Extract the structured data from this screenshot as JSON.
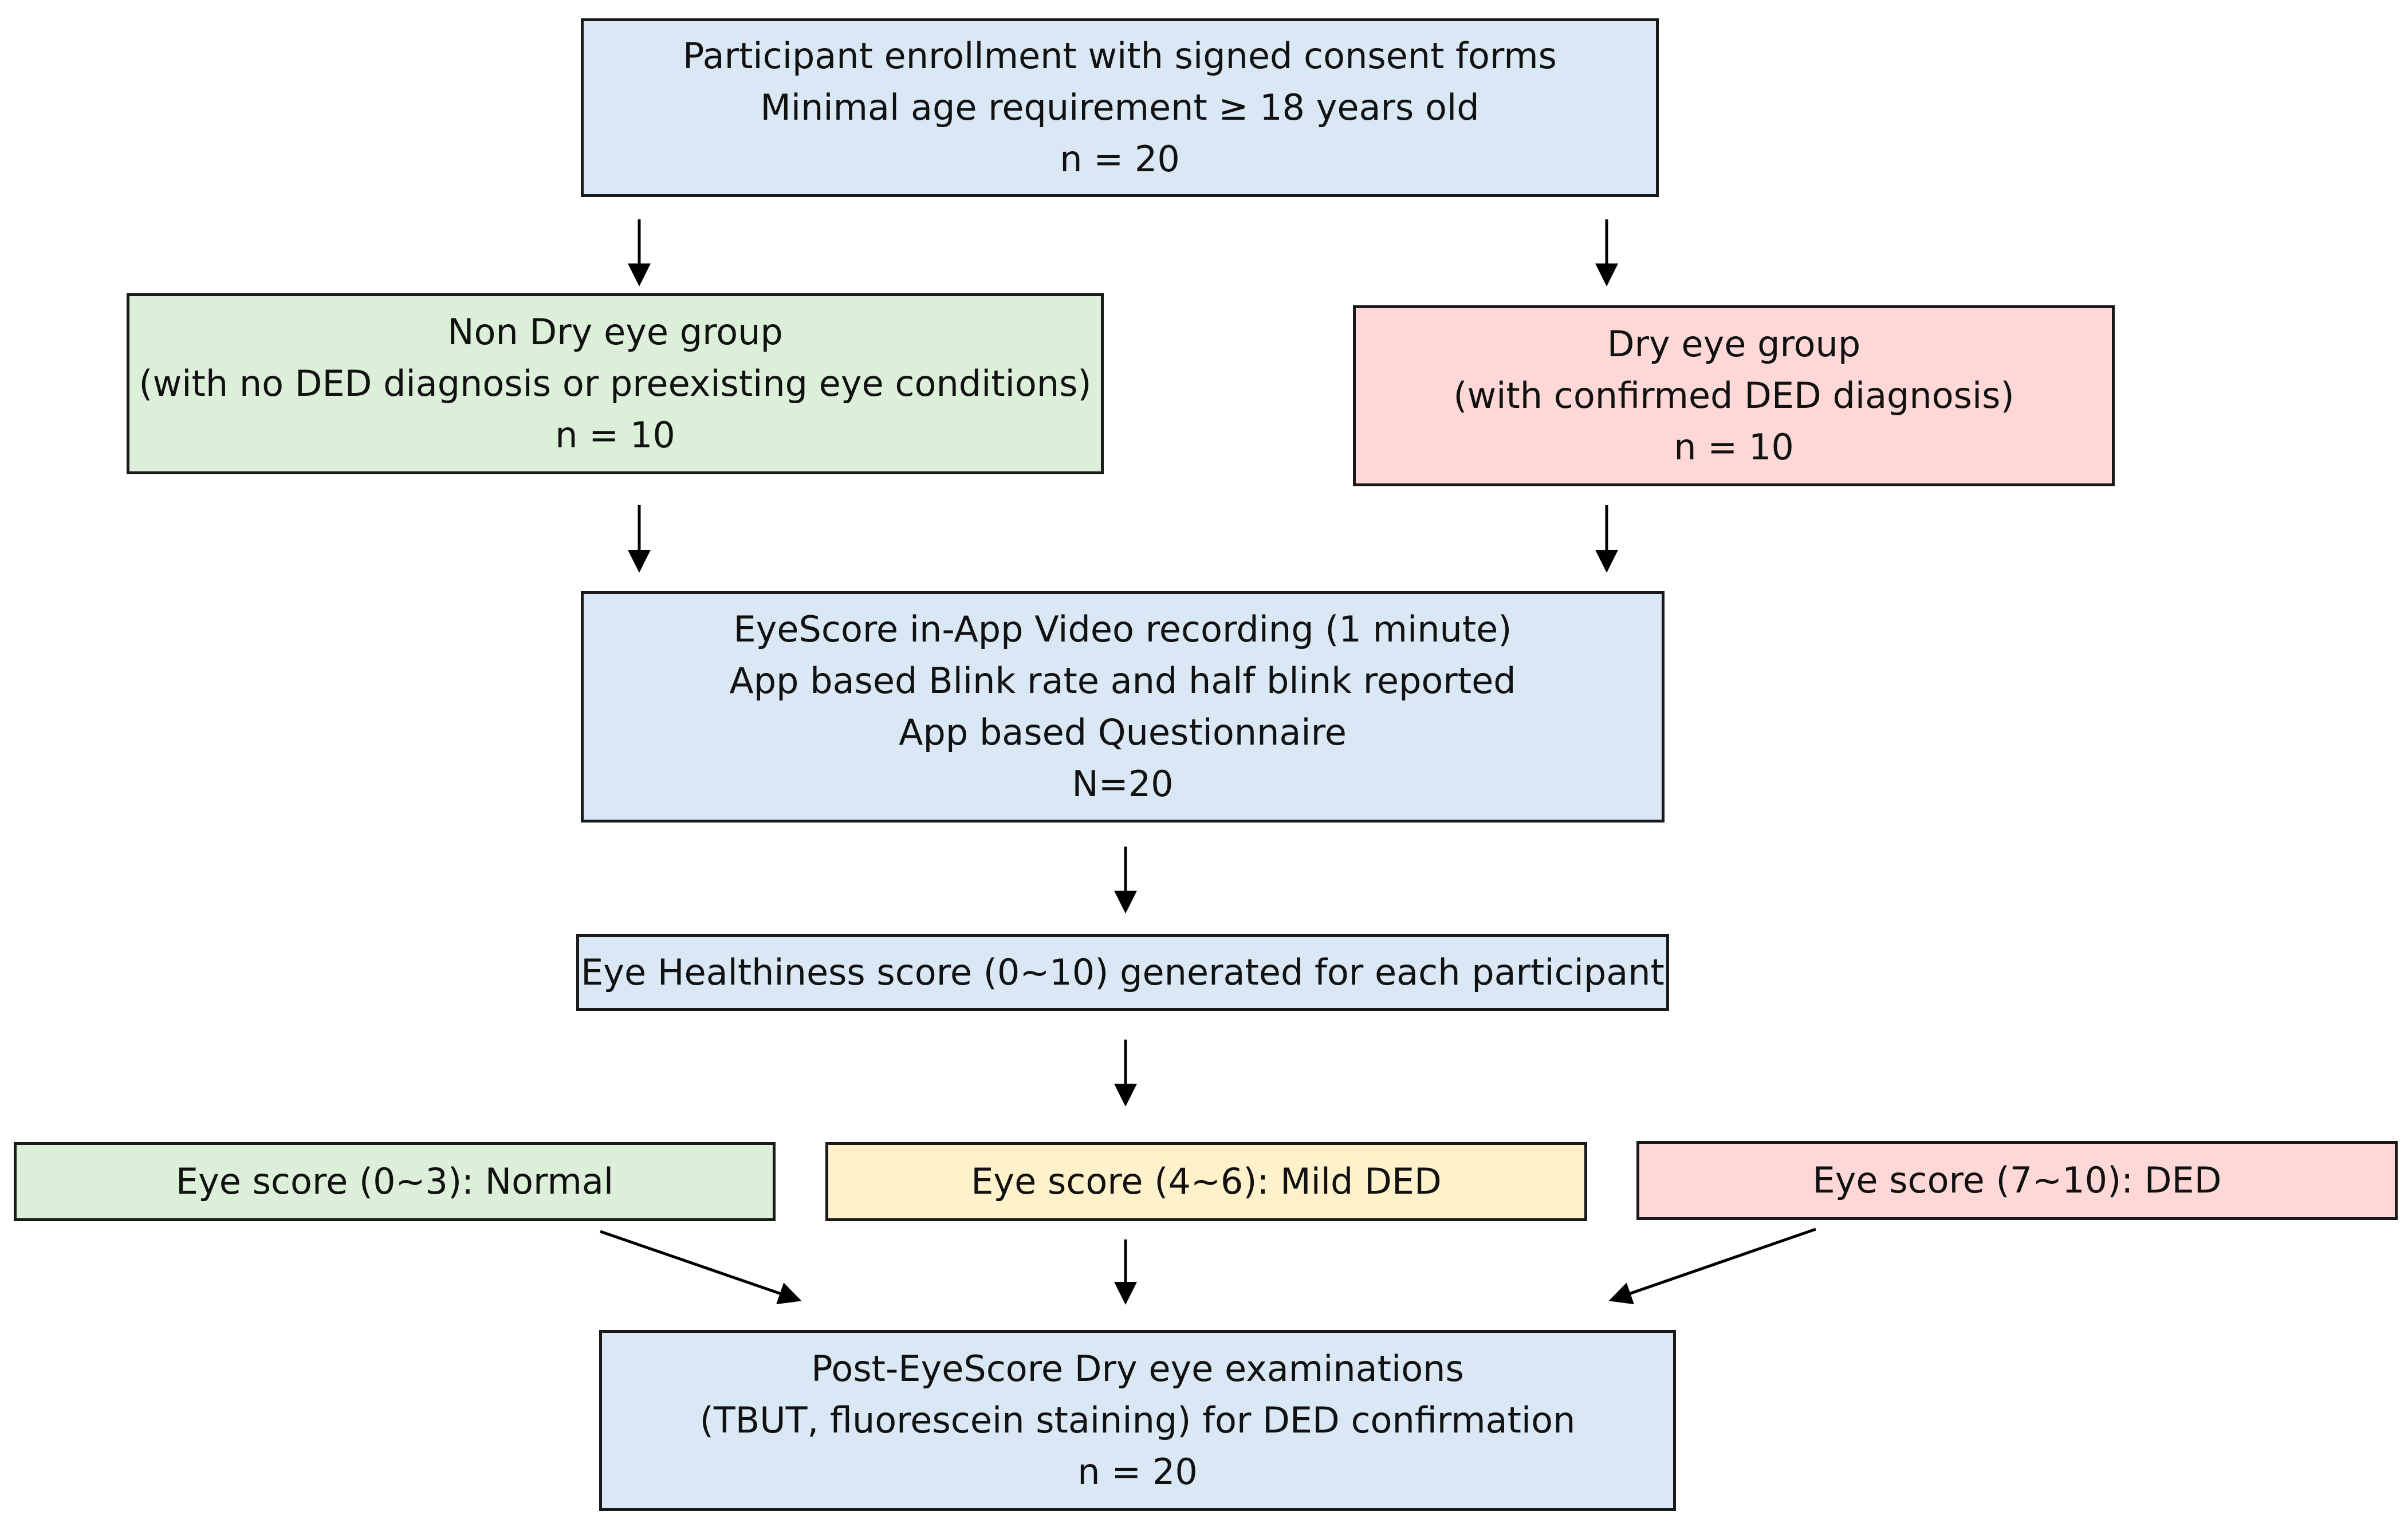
{
  "colors": {
    "blue": "#dae8f5",
    "green": "#dcefd9",
    "red": "#fdd8d6",
    "yellow": "#fff1c9",
    "border": "#1a1a1a",
    "arrow": "#000000"
  },
  "enrollment": {
    "lines": [
      "Participant enrollment with signed consent forms",
      "Minimal age requirement ≥ 18 years old",
      "n = 20"
    ]
  },
  "non_dry_group": {
    "lines": [
      "Non Dry eye group",
      "(with no DED diagnosis or preexisting eye conditions)",
      "n = 10"
    ]
  },
  "dry_group": {
    "lines": [
      "Dry eye group",
      "(with confirmed DED diagnosis)",
      "n = 10"
    ]
  },
  "recording": {
    "lines": [
      "EyeScore in-App Video recording (1 minute)",
      "App based Blink rate and half blink reported",
      "App based Questionnaire",
      "N=20"
    ]
  },
  "healthiness": {
    "lines": [
      "Eye Healthiness score (0~10) generated for each participant"
    ]
  },
  "score_normal": {
    "lines": [
      "Eye score (0~3): Normal"
    ]
  },
  "score_mild": {
    "lines": [
      "Eye score (4~6): Mild DED"
    ]
  },
  "score_ded": {
    "lines": [
      "Eye score (7~10): DED"
    ]
  },
  "examination": {
    "lines": [
      "Post-EyeScore Dry eye examinations",
      "(TBUT, fluorescein staining) for DED confirmation",
      "n = 20"
    ]
  }
}
